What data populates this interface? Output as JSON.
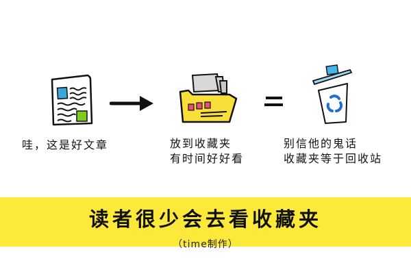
{
  "steps": [
    {
      "icon": "document-icon",
      "caption_lines": [
        "哇，这是好文章"
      ]
    },
    {
      "icon": "folder-icon",
      "caption_lines": [
        "放到收藏夹",
        "有时间好好看"
      ]
    },
    {
      "icon": "recycle-bin-icon",
      "caption_lines": [
        "别信他的鬼话",
        "收藏夹等于回收站"
      ]
    }
  ],
  "connectors": {
    "arrow": "right-arrow-icon",
    "equals": "equals-icon"
  },
  "banner": {
    "title": "读者很少会去看收藏夹",
    "credit": "（time制作）",
    "background_color": "#fde93a"
  },
  "colors": {
    "doc_blue": "#3aa6dc",
    "doc_green": "#7ccc22",
    "folder_yellow": "#f8df3a",
    "folder_tags": "#e8507a",
    "paper_gray": "#d4d4d4",
    "lid_blue": "#45b4e6",
    "recycle_blue": "#1e6fd0"
  }
}
